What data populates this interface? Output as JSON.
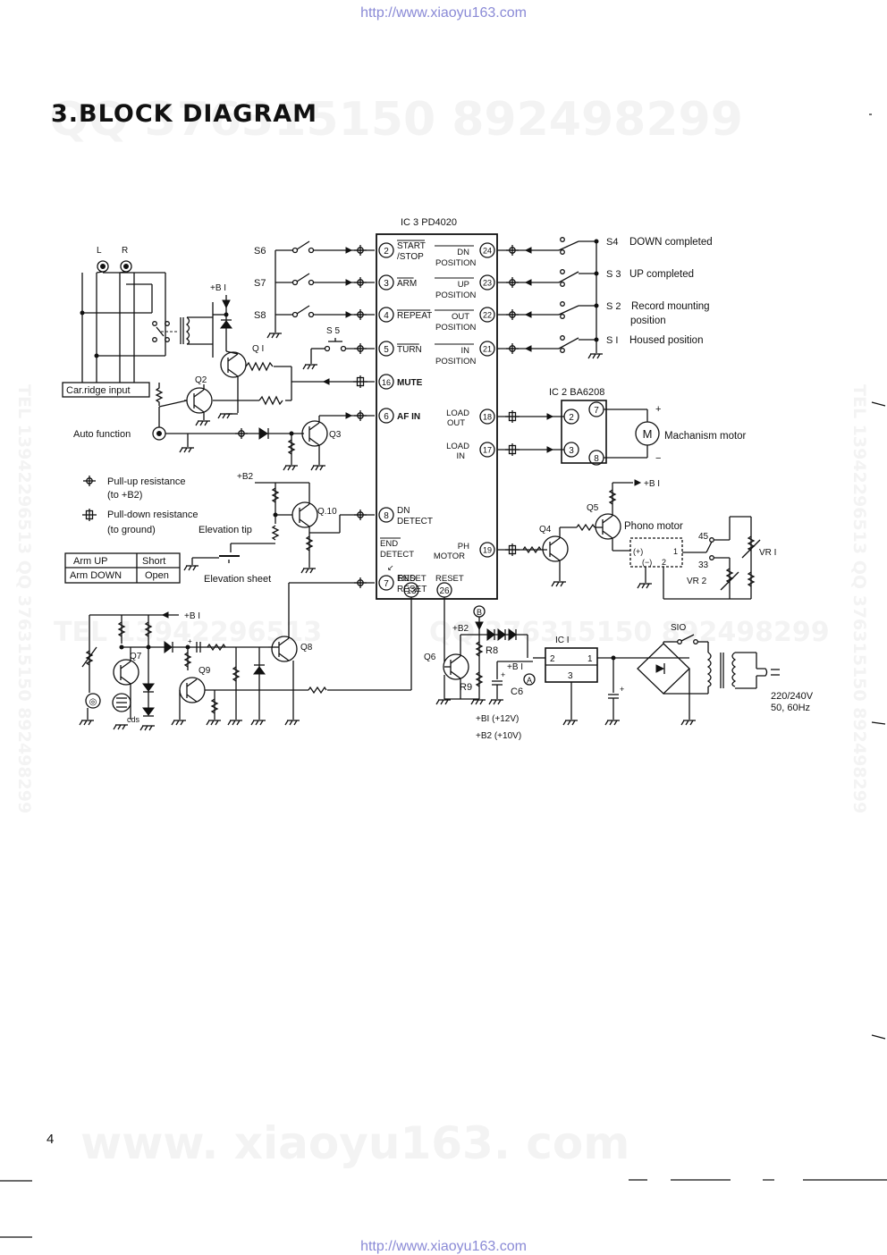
{
  "header": {
    "url_top": "http://www.xiaoyu163.com",
    "url_bottom": "http://www.xiaoyu163.com"
  },
  "watermarks": {
    "qq": "QQ 376315150  892498299",
    "tel_left": "TEL 13942296513  QQ 376315150  892498299",
    "tel_right": "TEL 13942296513  QQ 376315150  892498299",
    "mid_left": "TEL 13942296513",
    "mid_right": "QQ 376315150  892498299",
    "bottom": "www. xiaoyu163. com"
  },
  "page": {
    "title": "3.BLOCK DIAGRAM",
    "page_number": "4"
  },
  "ic3": {
    "label": "IC 3  PD4020",
    "left_pins": [
      {
        "num": "2",
        "name1": "START",
        "name2": "/STOP"
      },
      {
        "num": "3",
        "name1": "ARM"
      },
      {
        "num": "4",
        "name1": "REPEAT"
      },
      {
        "num": "5",
        "name1": "TURN"
      },
      {
        "num": "16",
        "name1": "MUTE"
      },
      {
        "num": "6",
        "name1": "AF IN"
      },
      {
        "num": "8",
        "name1": "DN",
        "name2": "DETECT"
      },
      {
        "num": "7",
        "name1": "END",
        "name2": "RESET"
      }
    ],
    "end_detect": [
      "END",
      "DETECT"
    ],
    "right_pins": [
      {
        "num": "24",
        "name1": "DN",
        "name2": "POSITION"
      },
      {
        "num": "23",
        "name1": "UP",
        "name2": "POSITION"
      },
      {
        "num": "22",
        "name1": "OUT",
        "name2": "POSITION"
      },
      {
        "num": "21",
        "name1": "IN",
        "name2": "POSITION"
      },
      {
        "num": "18",
        "name1": "LOAD",
        "name2": "OUT"
      },
      {
        "num": "17",
        "name1": "LOAD",
        "name2": "IN"
      },
      {
        "num": "19",
        "name1": "PH",
        "name2": "MOTOR"
      }
    ],
    "bottom_pins": [
      {
        "num": "13",
        "name1": "RESET"
      },
      {
        "num": "26",
        "name1": "RESET"
      }
    ]
  },
  "input_switches": [
    "S6",
    "S7",
    "S8",
    "S 5"
  ],
  "position_switches": [
    {
      "id": "S4",
      "label": "DOWN completed"
    },
    {
      "id": "S 3",
      "label": "UP completed"
    },
    {
      "id": "S 2",
      "label": "Record mounting",
      "label2": "position"
    },
    {
      "id": "S I",
      "label": "Housed position"
    }
  ],
  "ic2": {
    "label": "IC 2   BA6208",
    "pins": [
      "2",
      "7",
      "3",
      "8"
    ]
  },
  "labels": {
    "channel_l": "L",
    "channel_r": "R",
    "plus_b1": "+B I",
    "plus_b2": "+B2",
    "cartridge_input": "Car.ridge input",
    "auto_function": "Auto function",
    "mechanism_motor": "Machanism motor",
    "motor_symbol": "M",
    "phono_motor": "Phono motor",
    "elevation_tip": "Elevation tip",
    "elevation_sheet": "Elevation sheet",
    "cds": "cds",
    "ic1": "IC I",
    "s10": "SIO",
    "mains": "220/240V",
    "mains_freq": "50, 60Hz",
    "supply_b1": "+BI (+12V)",
    "supply_b2": "+B2 (+10V)",
    "vr1": "VR I",
    "vr2": "VR 2",
    "n45": "45",
    "n33": "33",
    "pm_plus": "(+)",
    "pm_minus": "(−)",
    "pm_pin1": "1",
    "pm_pin2": "2",
    "ic1_p1": "1",
    "ic1_p2": "2",
    "ic1_p3": "3",
    "plus": "+",
    "minus": "−",
    "r8": "R8",
    "r9": "R9",
    "c6": "C6",
    "node_a": "A",
    "node_b": "B"
  },
  "transistors": [
    "Q I",
    "Q2",
    "Q3",
    "Q.10",
    "Q4",
    "Q5",
    "Q6",
    "Q7",
    "Q8",
    "Q9"
  ],
  "legend": {
    "pull_up": "Pull-up resistance",
    "pull_up_sub": "(to +B2)",
    "pull_down": "Pull-down resistance",
    "pull_down_sub": "(to ground)"
  },
  "arm_table": {
    "rows": [
      [
        "Arm UP",
        "Short"
      ],
      [
        "Arm DOWN",
        "Open"
      ]
    ]
  }
}
